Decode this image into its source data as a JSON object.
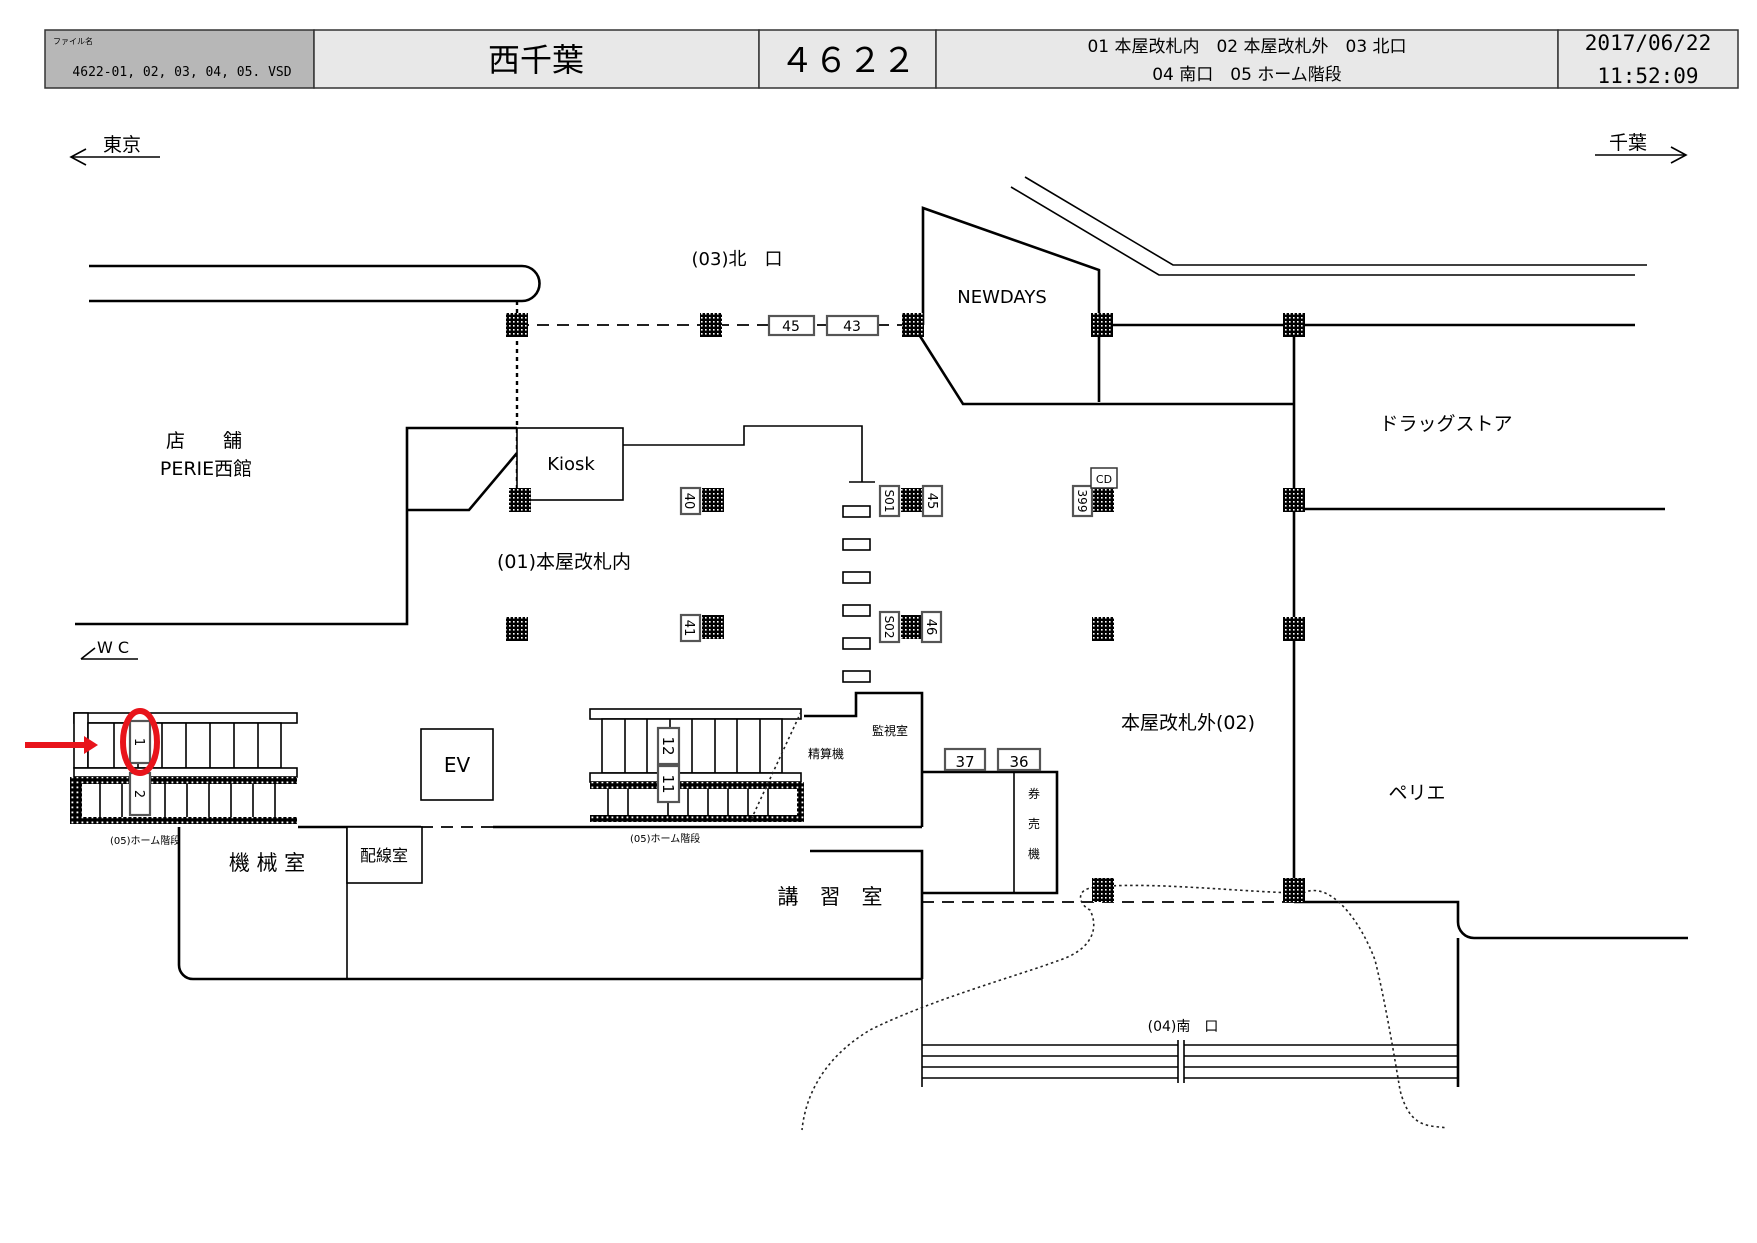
{
  "header": {
    "file_label": "ファイル名",
    "file_name": "4622-01, 02, 03, 04, 05. VSD",
    "station_name": "西千葉",
    "station_code": "４６２２",
    "areas_line1": "01 本屋改札内　02 本屋改札外　03 北口",
    "areas_line2": "04 南口　05 ホーム階段",
    "date": "2017/06/22",
    "time": "11:52:09"
  },
  "directions": {
    "left": "東京",
    "right": "千葉"
  },
  "labels": {
    "north_exit": "(03)北　口",
    "newdays": "NEWDAYS",
    "store": "店　　舗",
    "perie_west": "PERIE西館",
    "kiosk": "Kiosk",
    "inside_gate": "(01)本屋改札内",
    "drugstore": "ドラッグストア",
    "wc": "W C",
    "ev": "EV",
    "fare_adjust": "精算機",
    "monitor_room": "監視室",
    "outside_gate": "本屋改札外(02)",
    "perie": "ペリエ",
    "ticket_machine": [
      "券",
      "売",
      "機"
    ],
    "platform_stairs_left": "(05)ホーム階段",
    "platform_stairs_right": "(05)ホーム階段",
    "machine_room": "機 械 室",
    "wiring_room": "配線室",
    "training_room": "講　習　室",
    "south_exit": "(04)南　口",
    "cd": "CD"
  },
  "signs": {
    "s45": "45",
    "s43": "43",
    "s40": "40",
    "s41": "41",
    "s01": "S01",
    "s02": "S02",
    "s45b": "45",
    "s46": "46",
    "s399": "399",
    "s37": "37",
    "s36": "36",
    "s12": "12",
    "s11": "11",
    "s1": "1",
    "s2": "2"
  },
  "highlight": {
    "target_sign": "1",
    "color": "#e8141b"
  }
}
